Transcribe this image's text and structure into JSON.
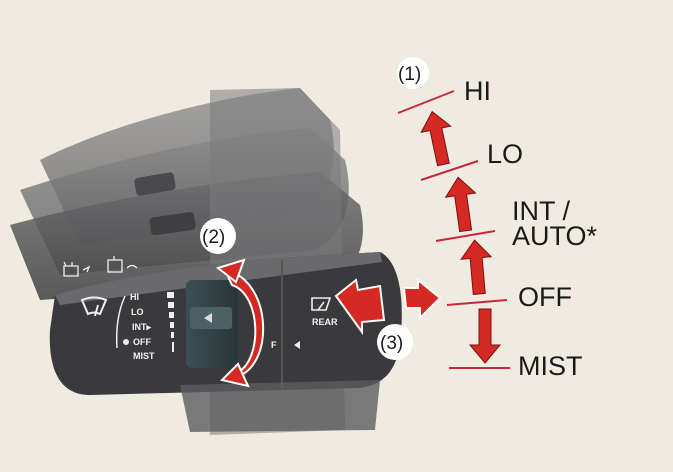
{
  "positions": {
    "hi": "HI",
    "lo": "LO",
    "int_line1": "INT /",
    "int_line2": "AUTO*",
    "off": "OFF",
    "mist": "MIST"
  },
  "callouts": {
    "c1": "(1)",
    "c2": "(2)",
    "c3": "(3)"
  },
  "lever_labels": {
    "hi": "HI",
    "lo": "LO",
    "int": "INT▸",
    "off": "OFF",
    "mist": "MIST",
    "rear": "REAR",
    "f": "F"
  },
  "colors": {
    "background": "#efebe1",
    "arrow_red": "#d42a23",
    "line_red": "#c8283a",
    "lever_dark": "#3a3a3c"
  }
}
